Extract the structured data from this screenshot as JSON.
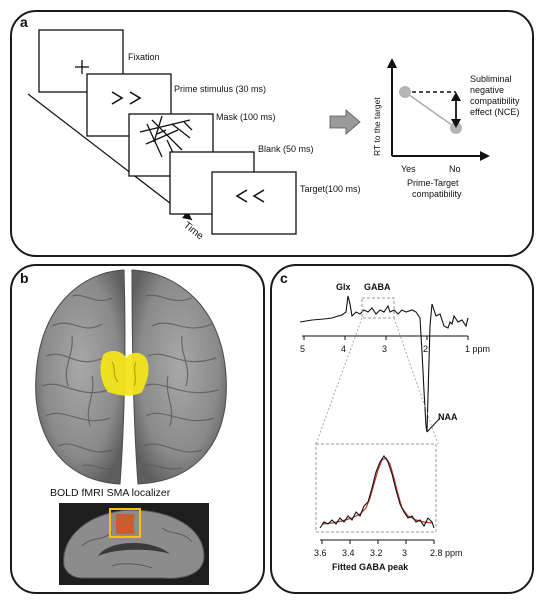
{
  "panel_a": {
    "label": "a",
    "sequence": {
      "fixation": {
        "label": "Fixation",
        "symbol": "+"
      },
      "prime": {
        "label": "Prime stimulus (30 ms)",
        "symbol": "> >"
      },
      "mask": {
        "label": "Mask (100 ms)"
      },
      "blank": {
        "label": "Blank (50 ms)"
      },
      "target": {
        "label": "Target(100 ms)",
        "symbol": "<<"
      },
      "time_label": "Time"
    },
    "plot": {
      "ylabel": "RT to the target",
      "xticks": [
        "Yes",
        "No"
      ],
      "xlabel_line1": "Prime-Target",
      "xlabel_line2": "compatibility",
      "annotation_line1": "Subliminal",
      "annotation_line2": "negative",
      "annotation_line3": "compatibility",
      "annotation_line4": "effect (NCE)"
    }
  },
  "panel_b": {
    "label": "b",
    "caption": "BOLD fMRI SMA localizer"
  },
  "panel_c": {
    "label": "c",
    "peaks": {
      "glx": "Glx",
      "gaba": "GABA",
      "naa": "NAA"
    },
    "top_axis_ticks": [
      "5",
      "4",
      "3",
      "2",
      "1 ppm"
    ],
    "bottom_axis_ticks": [
      "3.6",
      "3.4",
      "3.2",
      "3",
      "2.8 ppm"
    ],
    "bottom_xlabel": "Fitted GABA peak"
  },
  "colors": {
    "activation": "#f2e51a",
    "fit_line": "#c0392b",
    "brain": "#8c8c8c",
    "roi_box": "#f5c400"
  }
}
